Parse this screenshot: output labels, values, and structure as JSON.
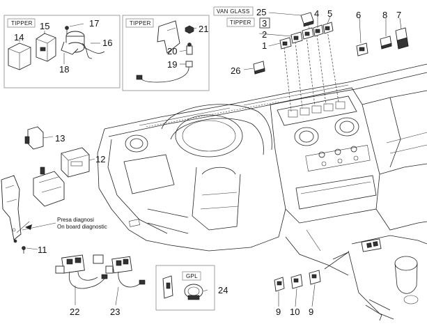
{
  "labels": {
    "tipper_left": "TIPPER",
    "tipper_middle": "TIPPER",
    "van_glass": "VAN GLASS",
    "tipper_switch": "TIPPER",
    "gpl": "GPL"
  },
  "callouts": {
    "n1": "1",
    "n2": "2",
    "n3": "3",
    "n4": "4",
    "n5": "5",
    "n6": "6",
    "n7": "7",
    "n8": "8",
    "n9a": "9",
    "n9b": "9",
    "n10": "10",
    "n11": "11",
    "n12": "12",
    "n13": "13",
    "n14": "14",
    "n15": "15",
    "n16": "16",
    "n17": "17",
    "n18": "18",
    "n19": "19",
    "n20": "20",
    "n21": "21",
    "n22": "22",
    "n23": "23",
    "n24": "24",
    "n25": "25",
    "n26": "26"
  },
  "notes": {
    "presa_diagnosi": "Presa diagnosi",
    "on_board_diagnostic": "On board diagnostic"
  }
}
